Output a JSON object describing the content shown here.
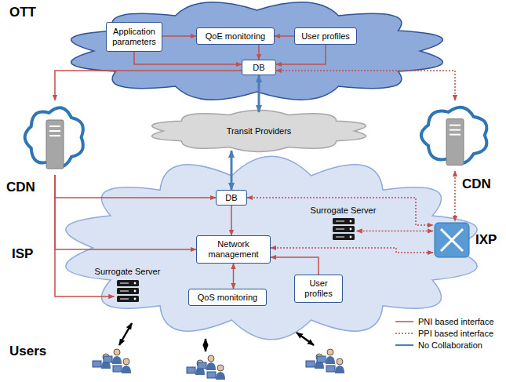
{
  "diagram": {
    "nodes": [
      {
        "text": [
          "OTT"
        ]
      },
      {
        "text": [
          "Application parameters"
        ],
        "in": 0
      },
      {
        "text": [
          "QoE monitoring"
        ],
        "in": 0
      },
      {
        "text": [
          "User profiles"
        ],
        "in": 0
      },
      {
        "text": [
          "DB"
        ],
        "in": 0
      },
      {
        "text": [
          "Transit Providers"
        ]
      },
      {
        "text": [
          "CDN"
        ]
      },
      {
        "text": [
          "CDN"
        ]
      },
      {
        "text": [
          "ISP"
        ]
      },
      {
        "text": [
          "DB"
        ],
        "in": 8
      },
      {
        "text": [
          "Surrogate Server"
        ],
        "in": 8
      },
      {
        "text": [
          "Network management"
        ],
        "in": 8
      },
      {
        "text": [
          "Surrogate Server"
        ],
        "in": 8
      },
      {
        "text": [
          "QoS monitoring"
        ],
        "in": 8
      },
      {
        "text": [
          "User profiles"
        ],
        "in": 8
      },
      {
        "text": [
          "IXP"
        ]
      }
    ],
    "edges": [
      {
        "from": 1,
        "to": 4,
        "arrow": "to"
      },
      {
        "from": 1,
        "to": 2,
        "arrow": "to"
      },
      {
        "from": 3,
        "to": 2,
        "arrow": "to"
      },
      {
        "from": 2,
        "to": 4,
        "arrow": "to"
      },
      {
        "from": 3,
        "to": 4,
        "arrow": "to"
      },
      {
        "from": 4,
        "to": 6,
        "arrow": "to"
      },
      {
        "from": 4,
        "to": 7,
        "arrow": "both"
      },
      {
        "from": 4,
        "to": 5,
        "arrow": "both"
      },
      {
        "from": 5,
        "to": 9,
        "arrow": "both"
      },
      {
        "from": 6,
        "to": 9,
        "arrow": "to"
      },
      {
        "from": 6,
        "to": 11,
        "arrow": "to"
      },
      {
        "from": 6,
        "to": 12,
        "arrow": "to"
      },
      {
        "from": 9,
        "to": 11,
        "arrow": "to"
      },
      {
        "from": 11,
        "to": 13,
        "arrow": "both"
      },
      {
        "from": 14,
        "to": 11,
        "arrow": "to"
      },
      {
        "from": 9,
        "to": 15,
        "arrow": "both"
      },
      {
        "from": 10,
        "to": 15,
        "arrow": "both"
      },
      {
        "from": 11,
        "to": 15,
        "arrow": "both"
      },
      {
        "from": 7,
        "to": 15,
        "arrow": "both"
      }
    ],
    "labels": [
      "Users"
    ],
    "legend": [
      {
        "text": "PNI based interface"
      },
      {
        "text": "PPI based interface"
      },
      {
        "text": "No Collaboration"
      }
    ]
  }
}
